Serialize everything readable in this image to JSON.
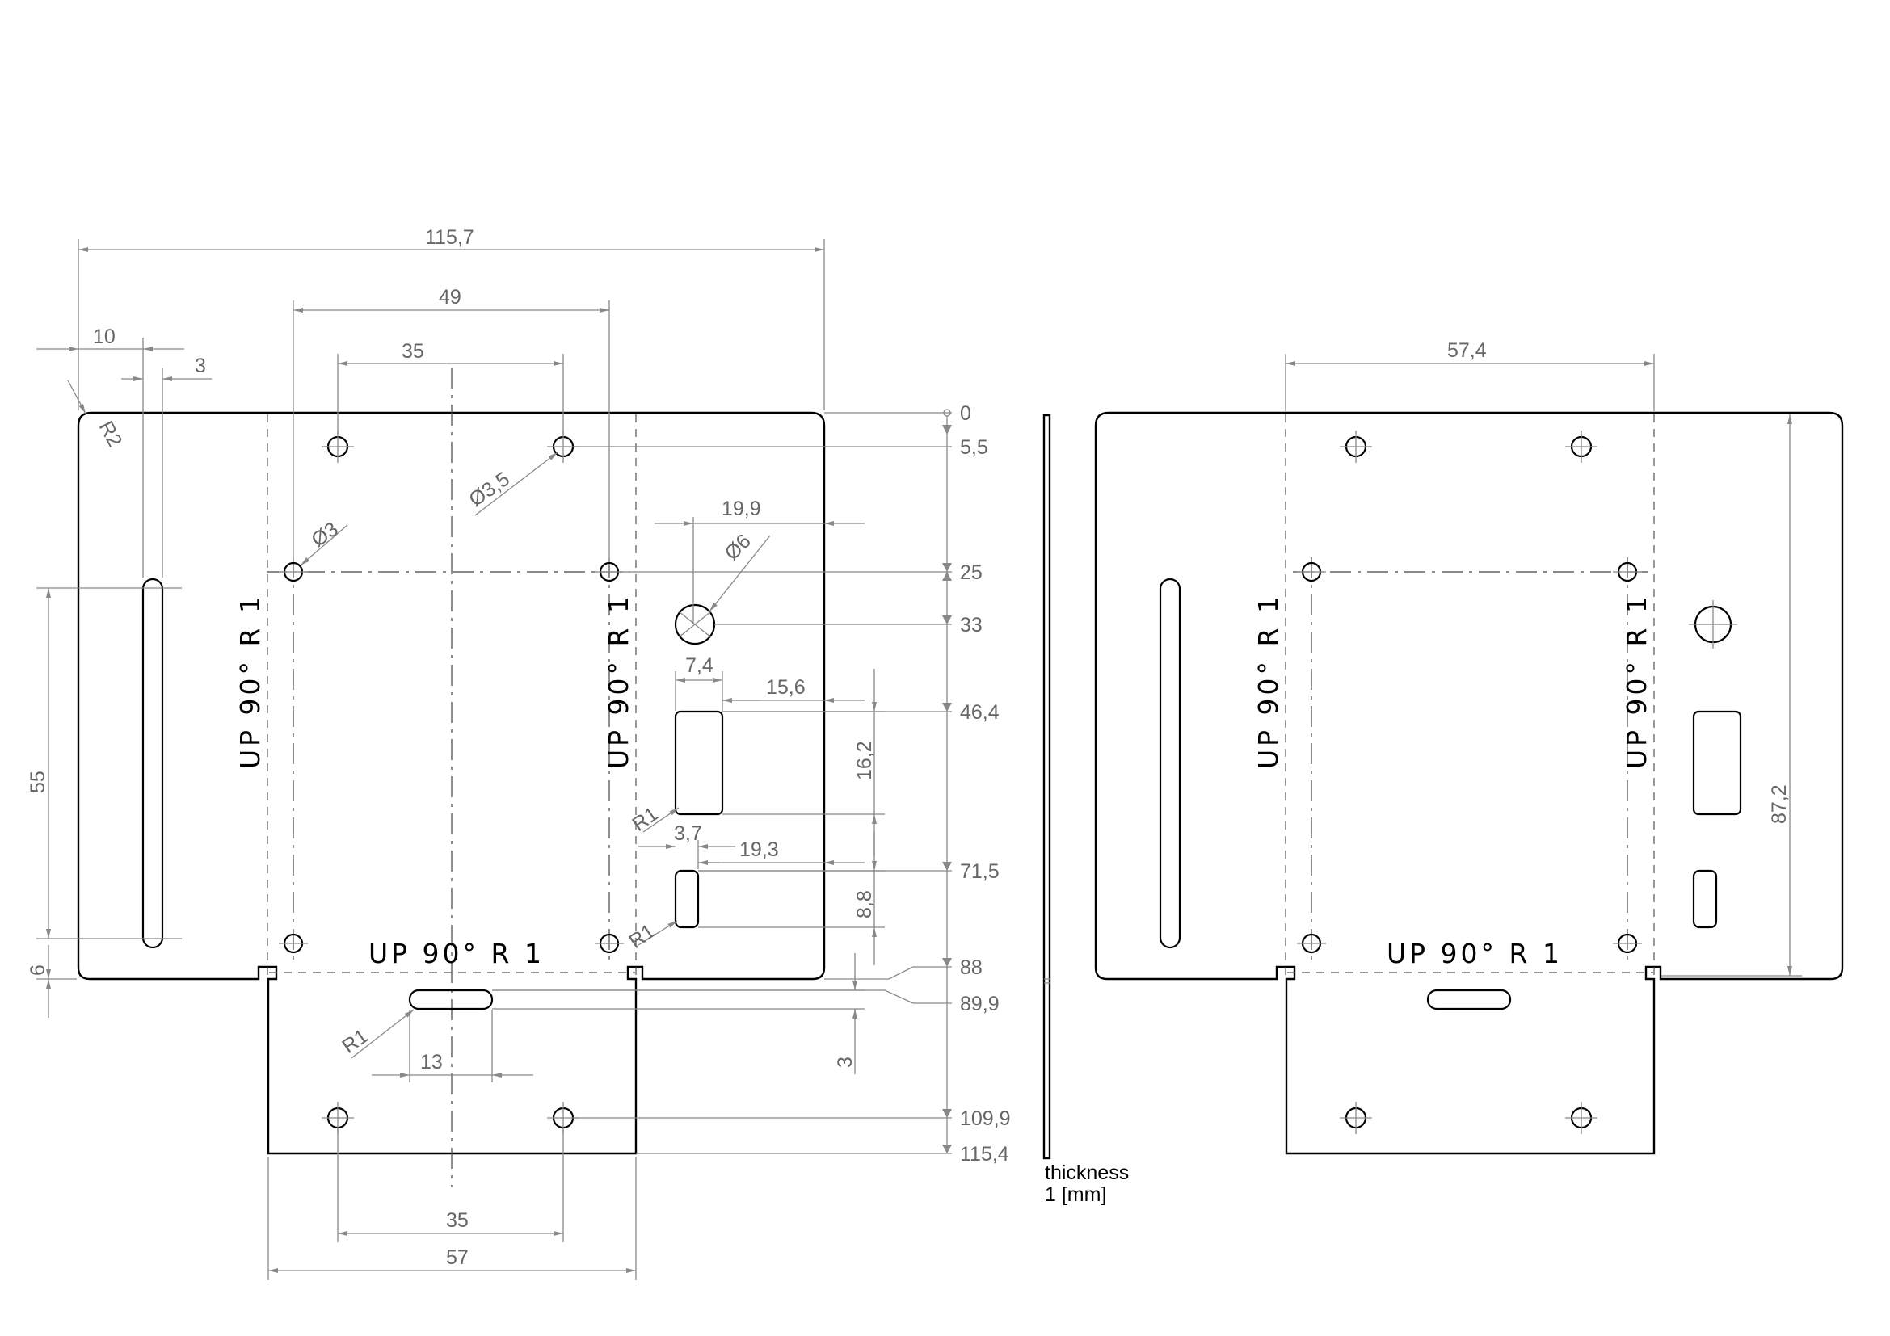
{
  "dimensions": {
    "overall_width": "115,7",
    "hole_span_49": "49",
    "hole_span_35_top": "35",
    "offset_10": "10",
    "offset_3": "3",
    "radius_r2": "R2",
    "slot_length": "55",
    "slot_offset": "6",
    "dia_small": "Ø3",
    "dia_mount": "Ø3,5",
    "dia_large": "Ø6",
    "large_hole_offset": "19,9",
    "cutout_width": "7,4",
    "cutout_offset": "15,6",
    "cutout_height": "16,2",
    "cutout_radius": "R1",
    "small_cutout_width": "3,7",
    "small_cutout_offset": "19,3",
    "small_cutout_height": "8,8",
    "small_cutout_radius": "R1",
    "tab_slot_radius": "R1",
    "tab_slot_length": "13",
    "tab_slot_offset": "3",
    "bottom_hole_span": "35",
    "tab_width": "57",
    "side_width": "57,4",
    "side_height": "87,2"
  },
  "ordinates": [
    "0",
    "5,5",
    "25",
    "33",
    "46,4",
    "71,5",
    "88",
    "89,9",
    "109,9",
    "115,4"
  ],
  "bend_labels": {
    "left": "UP 90° R 1",
    "middle": "UP 90° R 1",
    "bottom": "UP 90° R 1",
    "right_left": "UP 90° R 1",
    "right_middle": "UP 90° R 1",
    "right_bottom": "UP 90° R 1"
  },
  "thickness_note": {
    "line1": "thickness",
    "line2": "1 [mm]"
  }
}
